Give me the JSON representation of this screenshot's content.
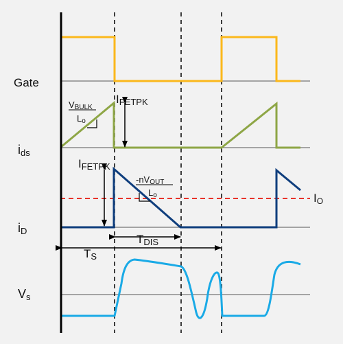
{
  "colors": {
    "background": "#f2f2f2",
    "gate": "#fbb81c",
    "ids": "#8ea646",
    "id": "#0f3e7d",
    "vs": "#1aaae6",
    "io_line": "#e8332a",
    "axis": "#000000",
    "baseline": "#555555"
  },
  "labels": {
    "gate": "Gate",
    "ids_main": "i",
    "ids_sub": "ds",
    "id_main": "i",
    "id_sub": "D",
    "vs_main": "V",
    "vs_sub": "s",
    "io_main": "I",
    "io_sub": "O",
    "ifetpk1_main": "I",
    "ifetpk1_sub": "FETPK",
    "ifetpk2_main": "I",
    "ifetpk2_sub": "FETPK",
    "ts_main": "T",
    "ts_sub": "S",
    "tdis_main": "T",
    "tdis_sub": "DIS",
    "vbulk_main": "V",
    "vbulk_sub": "BULK",
    "lo1_main": "L",
    "lo1_sub": "o",
    "nvout_main": "-nV",
    "nvout_sub": "OUT",
    "lo2_main": "L",
    "lo2_sub": "o"
  }
}
